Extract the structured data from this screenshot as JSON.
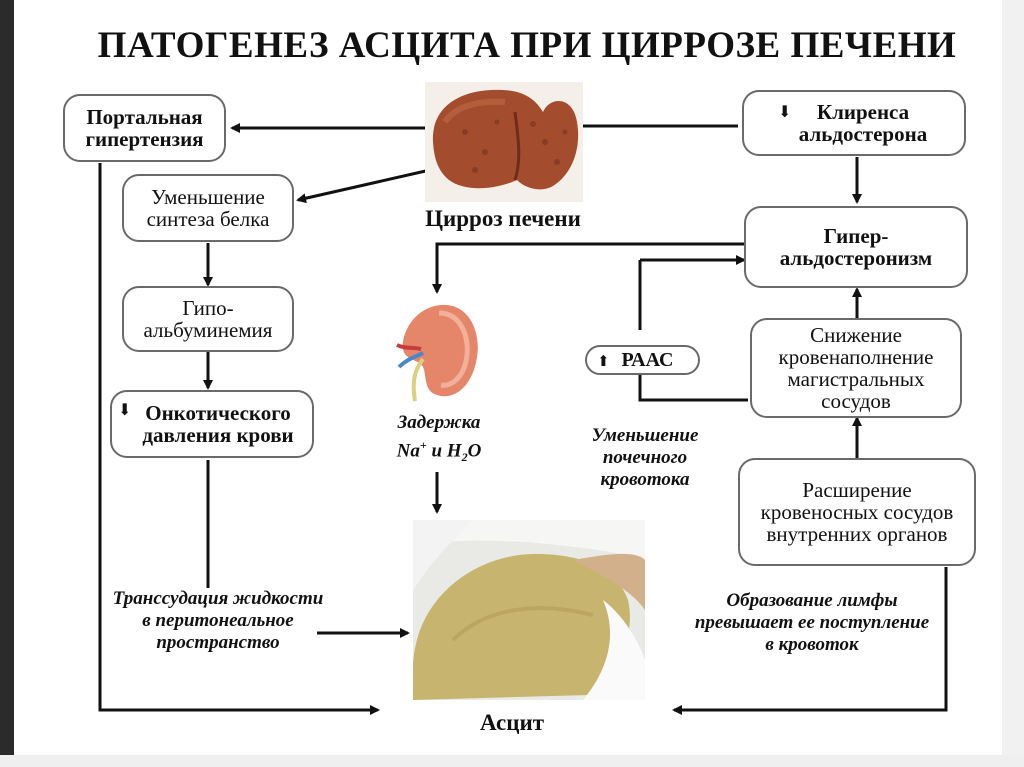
{
  "title": "ПАТОГЕНЕЗ АСЦИТА ПРИ ЦИРРОЗЕ ПЕЧЕНИ",
  "boxes": {
    "portal": "Портальная гипертензия",
    "protein": "Уменьшение синтеза белка",
    "hypoalb": "Гипо- альбуминемия",
    "oncotic": "Онкотического давления крови",
    "aldo_clear": "Клиренса альдостерона",
    "hyperaldo": "Гипер- альдостеронизм",
    "blood_fill": "Снижение кровенаполнение магистральных сосудов",
    "dilation": "Расширение кровеносных сосудов внутренних органов",
    "raas": "РААС"
  },
  "labels": {
    "cirrhosis": "Цирроз печени",
    "retention_line1": "Задержка",
    "retention_na": "Na",
    "retention_and": " и H",
    "retention_sub": "2",
    "retention_o": "O",
    "renal_flow": "Уменьшение почечного кровотока",
    "transudation": "Транссудация жидкости в перитонеальное пространство",
    "lymph": "Образование лимфы превышает ее поступление в кровоток",
    "ascites": "Асцит"
  },
  "icons": [
    "liver-photo",
    "kidney-illustration",
    "abdomen-photo",
    "down-arrow-icon",
    "up-arrow-icon"
  ]
}
